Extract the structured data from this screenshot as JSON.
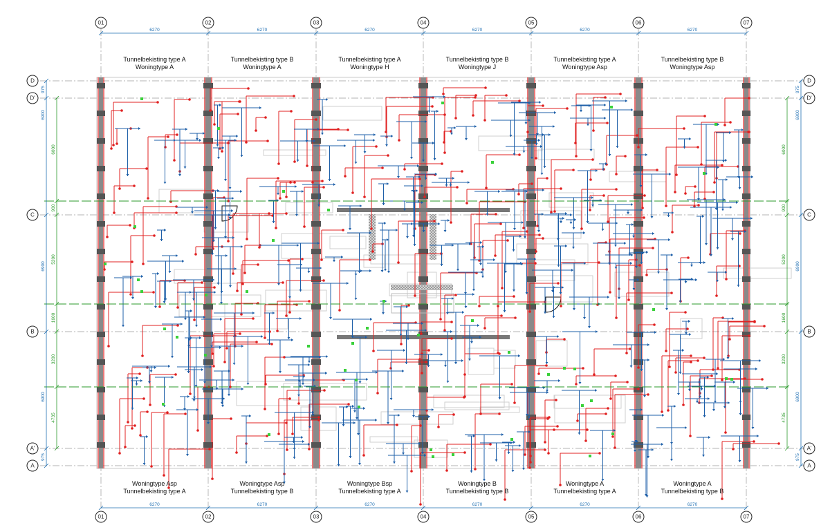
{
  "grid_columns": [
    "01",
    "02",
    "03",
    "04",
    "05",
    "06",
    "07"
  ],
  "grid_rows": [
    "D",
    "D'",
    "C",
    "B",
    "A'",
    "A"
  ],
  "bay_dimension": "6270",
  "left_dims_blue": [
    "975",
    "6900",
    "6900",
    "6900",
    "975"
  ],
  "right_dims_blue": [
    "975",
    "6900",
    "6900",
    "6900",
    "975"
  ],
  "left_dims_green": [
    "6000",
    "900",
    "5200",
    "1600",
    "3200",
    "4735"
  ],
  "right_dims_green": [
    "6000",
    "900",
    "5200",
    "1600",
    "3200",
    "4735"
  ],
  "top_labels": [
    {
      "line1": "Tunnelbekisting type A",
      "line2": "Woningtype A"
    },
    {
      "line1": "Tunnelbekisting type B",
      "line2": "Woningtype A"
    },
    {
      "line1": "Tunnelbekisting type A",
      "line2": "Woningtype H"
    },
    {
      "line1": "Tunnelbekisting type B",
      "line2": "Woningtype J"
    },
    {
      "line1": "Tunnelbekisting type A",
      "line2": "Woningtype Asp"
    },
    {
      "line1": "Tunnelbekisting type B",
      "line2": "Woningtype Asp"
    }
  ],
  "bottom_labels": [
    {
      "line1": "Woningtype Asp",
      "line2": "Tunnelbekisting type A"
    },
    {
      "line1": "Woningtype Asp",
      "line2": "Tunnelbekisting type B"
    },
    {
      "line1": "Woningtype Bsp",
      "line2": "Tunnelbekisting type A"
    },
    {
      "line1": "Woningtype B",
      "line2": "Tunnelbekisting type B"
    },
    {
      "line1": "Woningtype A",
      "line2": "Tunnelbekisting type A"
    },
    {
      "line1": "Woningtype A",
      "line2": "Tunnelbekisting type B"
    }
  ],
  "colors": {
    "blue_dim": "#1f6fb3",
    "green_dim": "#2a9a2a",
    "red_rebar": "#e02020",
    "blue_rebar": "#1e5fa8",
    "wall": "#555555",
    "grid_line": "#9a9a9a"
  }
}
